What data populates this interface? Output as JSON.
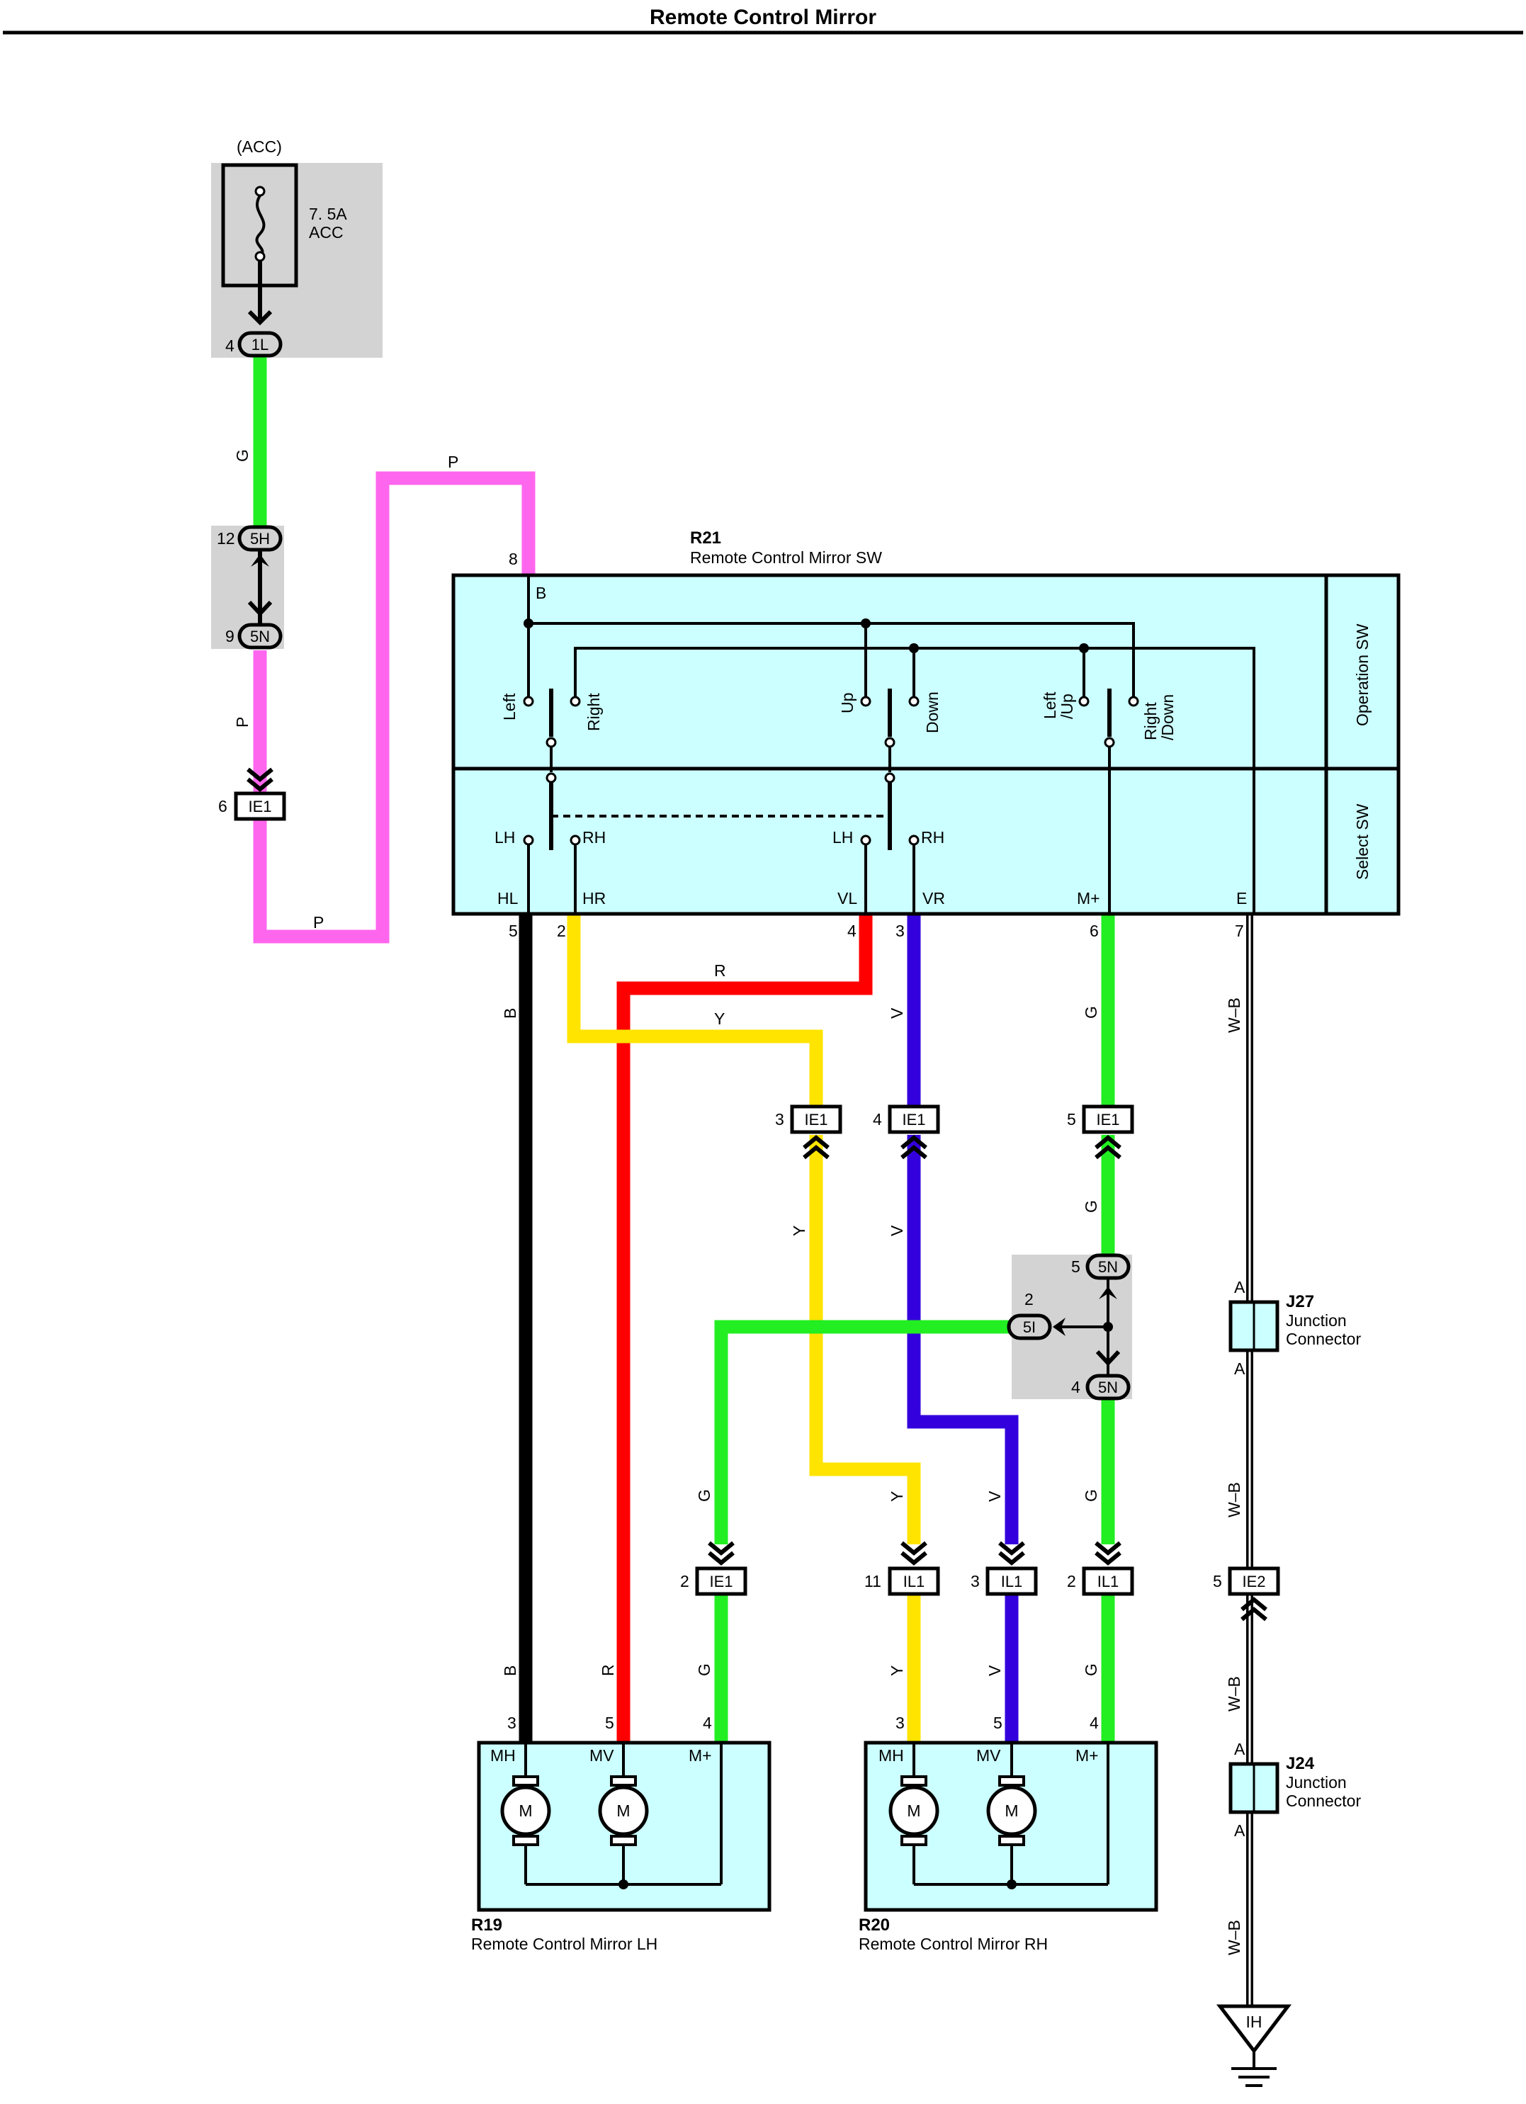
{
  "title": "Remote Control Mirror",
  "fuse": {
    "circuit": "(ACC)",
    "rating": "7. 5A",
    "name": "ACC"
  },
  "colors": {
    "G": "#22ee22",
    "P": "#ff66ee",
    "B": "#000000",
    "Y": "#ffe400",
    "R": "#ff0000",
    "V": "#3300dd",
    "WB": "#000000",
    "box_fill": "#ccffff",
    "shade": "#d3d3d3"
  },
  "wire_labels": {
    "g": "G",
    "p": "P",
    "b": "B",
    "y": "Y",
    "r": "R",
    "v": "V",
    "wb": "W–B"
  },
  "switch": {
    "id": "R21",
    "name": "Remote Control Mirror SW",
    "section_operation": "Operation SW",
    "section_select": "Select SW",
    "pin_b": "B",
    "contacts": {
      "left": "Left",
      "right": "Right",
      "up": "Up",
      "down": "Down",
      "left_up": "Left /Up",
      "right_down": "Right /Down",
      "lh": "LH",
      "rh": "RH"
    },
    "terminals": {
      "hl": "HL",
      "hr": "HR",
      "vl": "VL",
      "vr": "VR",
      "mplus": "M+",
      "e": "E"
    }
  },
  "connectors": {
    "c1l": {
      "label": "1L",
      "pin": "4"
    },
    "c5h": {
      "label": "5H",
      "pin": "12"
    },
    "c5n_top": {
      "label": "5N",
      "pin": "9"
    },
    "ie1_6": {
      "label": "IE1",
      "pin": "6"
    },
    "ie1_3": {
      "label": "IE1",
      "pin": "3"
    },
    "ie1_4": {
      "label": "IE1",
      "pin": "4"
    },
    "ie1_5": {
      "label": "IE1",
      "pin": "5"
    },
    "c5n_a": {
      "label": "5N",
      "pin": "5"
    },
    "c5i": {
      "label": "5I",
      "pin": "2"
    },
    "c5n_b": {
      "label": "5N",
      "pin": "4"
    },
    "ie1_2": {
      "label": "IE1",
      "pin": "2"
    },
    "il1_11": {
      "label": "IL1",
      "pin": "11"
    },
    "il1_3": {
      "label": "IL1",
      "pin": "3"
    },
    "il1_2": {
      "label": "IL1",
      "pin": "2"
    },
    "ie2_5": {
      "label": "IE2",
      "pin": "5"
    }
  },
  "pins": {
    "sw8": "8",
    "sw5": "5",
    "sw2": "2",
    "sw4": "4",
    "sw3": "3",
    "sw6": "6",
    "sw7": "7",
    "lh3": "3",
    "lh5": "5",
    "lh4": "4",
    "rh3": "3",
    "rh5": "5",
    "rh4": "4"
  },
  "junctions": {
    "j27": {
      "id": "J27",
      "line1": "Junction",
      "line2": "Connector",
      "pin": "A"
    },
    "j24": {
      "id": "J24",
      "line1": "Junction",
      "line2": "Connector",
      "pin": "A"
    }
  },
  "mirror_lh": {
    "id": "R19",
    "name": "Remote Control Mirror LH"
  },
  "mirror_rh": {
    "id": "R20",
    "name": "Remote Control Mirror RH"
  },
  "motor": {
    "mh": "MH",
    "mv": "MV",
    "mplus": "M+",
    "symbol": "M"
  },
  "ground": {
    "label": "IH"
  }
}
